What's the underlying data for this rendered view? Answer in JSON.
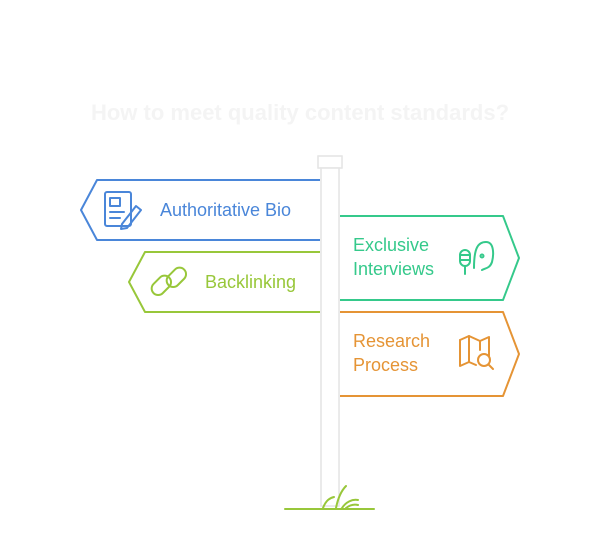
{
  "title": "How to meet quality content standards?",
  "signs": [
    {
      "label": "Authoritative Bio",
      "icon": "profile-edit-icon",
      "color": "#4a86d9"
    },
    {
      "label": "Backlinking",
      "icon": "link-icon",
      "color": "#98c73a"
    },
    {
      "label_line1": "Exclusive",
      "label_line2": "Interviews",
      "icon": "microphone-face-icon",
      "color": "#35c98b"
    },
    {
      "label_line1": "Research",
      "label_line2": "Process",
      "icon": "map-search-icon",
      "color": "#e59435"
    }
  ],
  "colors": {
    "post": "#f0f0f0",
    "grass": "#98c73a"
  }
}
